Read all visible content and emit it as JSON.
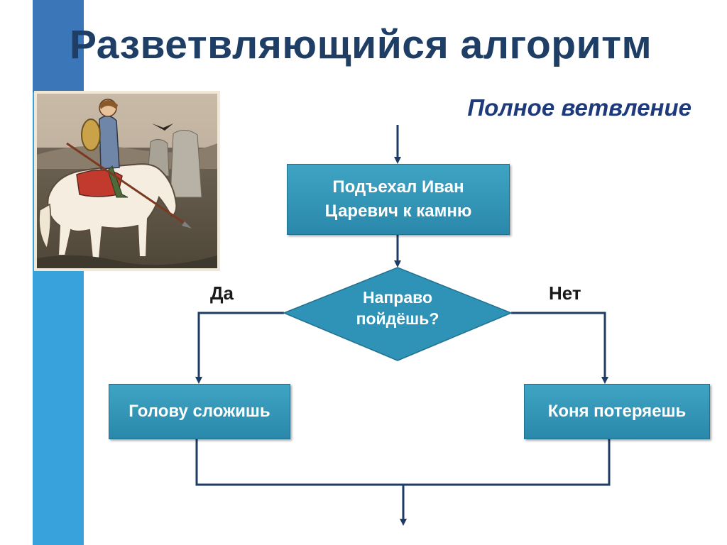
{
  "title": "Разветвляющийся алгоритм",
  "subtitle": "Полное ветвление",
  "flowchart": {
    "start_box": {
      "line1": "Подъехал Иван",
      "line2": "Царевич к камню"
    },
    "decision": {
      "line1": "Направо",
      "line2": "пойдёшь?"
    },
    "yes_label": "Да",
    "no_label": "Нет",
    "yes_box": "Голову сложишь",
    "no_box": "Коня потеряешь"
  },
  "illustration": {
    "subject": "knight on horse at crossroads stone"
  },
  "colors": {
    "accent_bar": "#38a2dc",
    "box_fill": "#3399bb",
    "title": "#1f3e66",
    "lines": "#1e3c66"
  }
}
